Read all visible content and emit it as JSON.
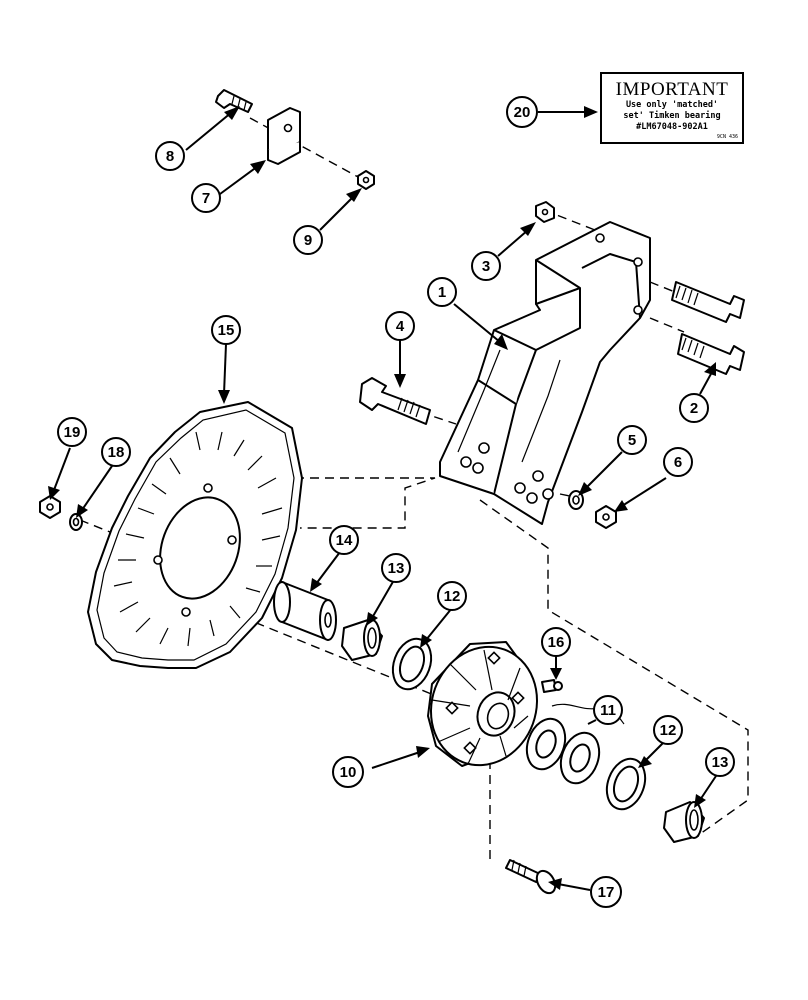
{
  "callouts": [
    "1",
    "2",
    "3",
    "4",
    "5",
    "6",
    "7",
    "8",
    "9",
    "10",
    "11",
    "12",
    "12",
    "13",
    "13",
    "14",
    "15",
    "16",
    "17",
    "18",
    "19",
    "20"
  ],
  "note": {
    "title": "IMPORTANT",
    "lines": [
      "Use only 'matched'",
      "set' Timken bearing",
      "#LM67048-902A1"
    ],
    "code": "9CN 436"
  }
}
